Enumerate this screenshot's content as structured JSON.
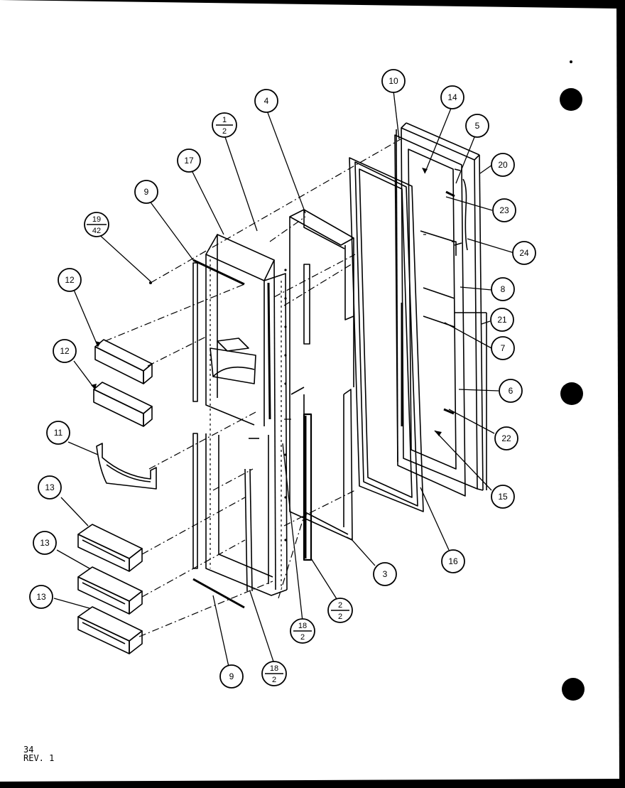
{
  "callouts": {
    "c10": "10",
    "c14": "14",
    "c5": "5",
    "c20": "20",
    "c23": "23",
    "c24": "24",
    "c4": "4",
    "c1_2_top": "1",
    "c1_2_bot": "2",
    "c17": "17",
    "c9a": "9",
    "c19_top": "19",
    "c19_bot": "42",
    "c12a": "12",
    "c12b": "12",
    "c8": "8",
    "c21": "21",
    "c7": "7",
    "c6": "6",
    "c22": "22",
    "c15": "15",
    "c11": "11",
    "c13a": "13",
    "c13b": "13",
    "c13c": "13",
    "c3": "3",
    "c16": "16",
    "c2_2_top": "2",
    "c2_2_bot": "2",
    "c18a_top": "18",
    "c18a_bot": "2",
    "c18b_top": "18",
    "c18b_bot": "2",
    "c9b": "9"
  },
  "footer": {
    "page": "34",
    "rev": "REV. 1"
  },
  "colors": {
    "paper": "#ffffff",
    "ink": "#000000",
    "background": "#000000"
  }
}
